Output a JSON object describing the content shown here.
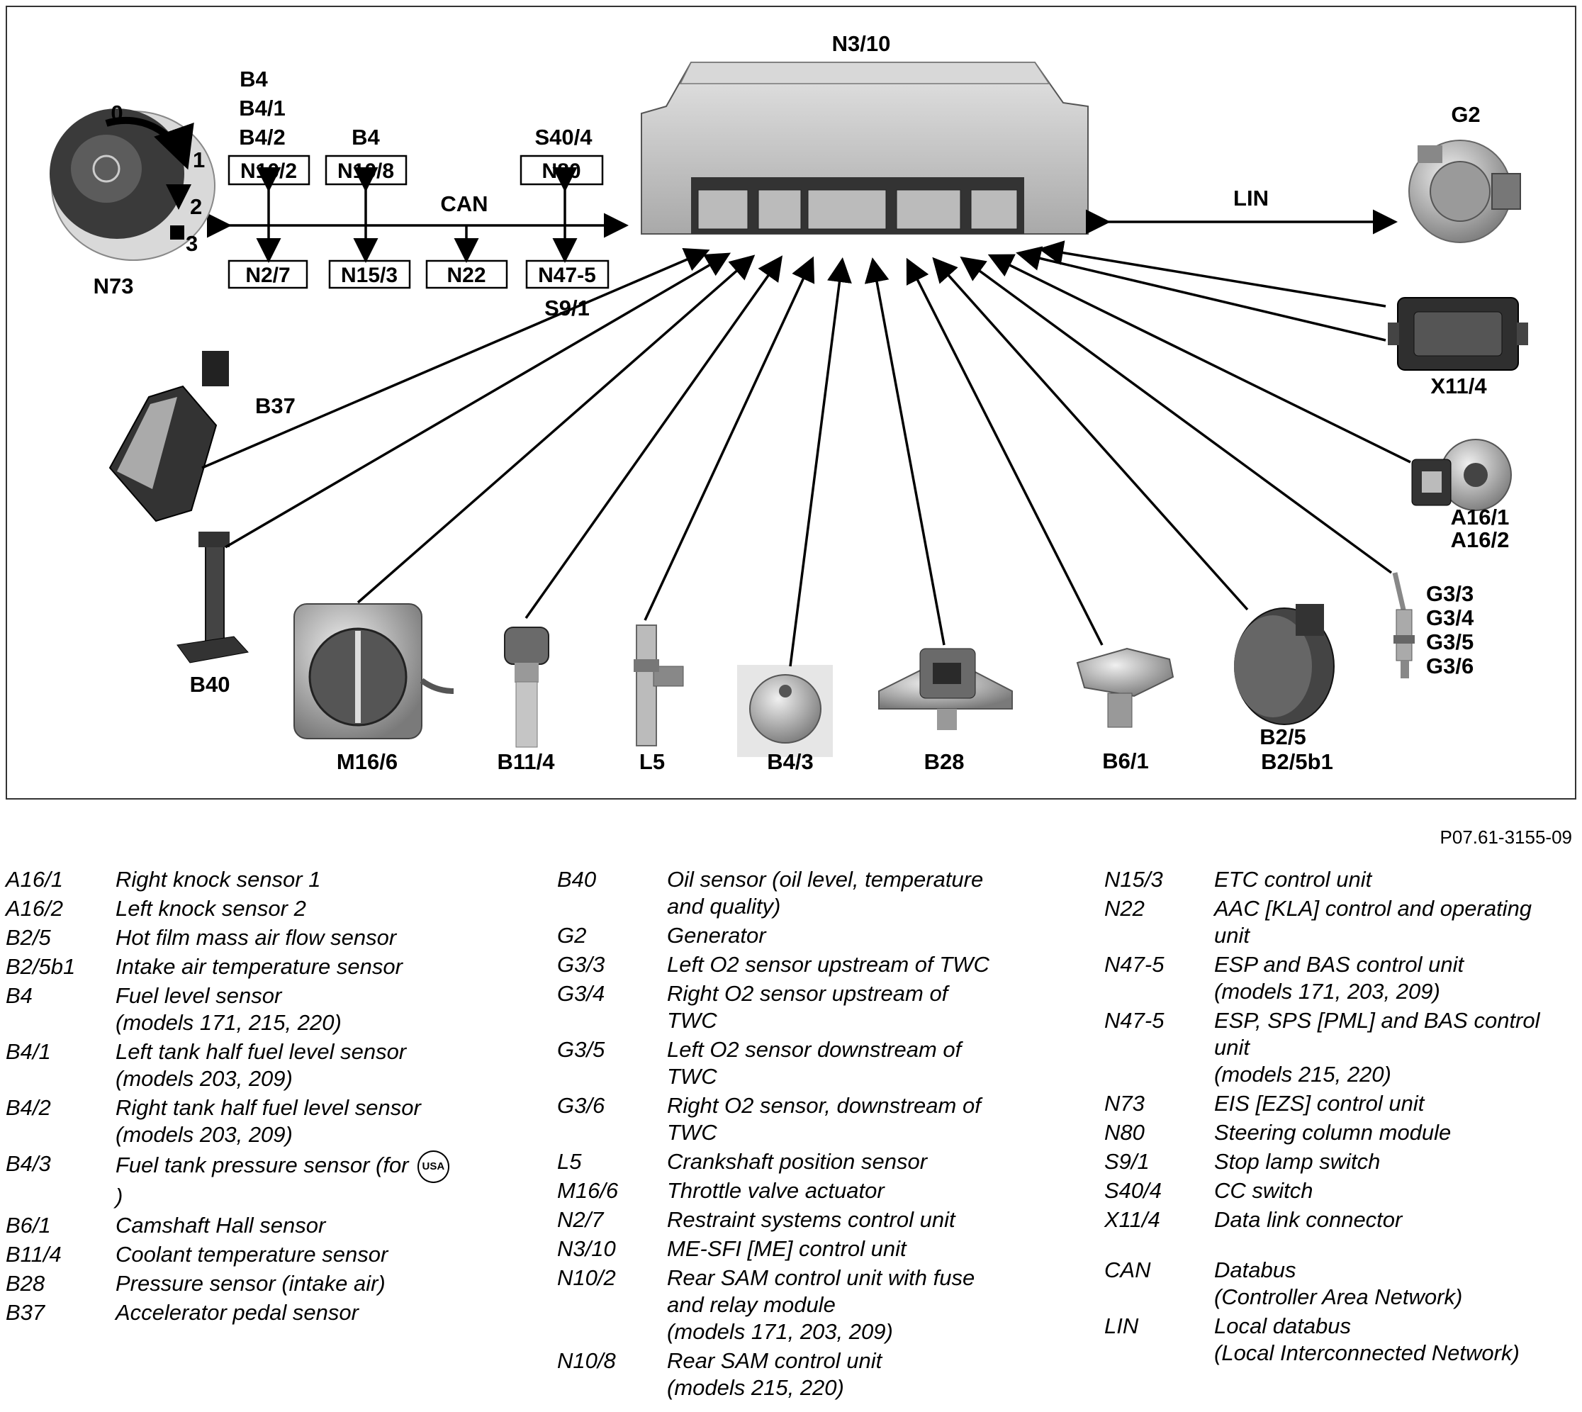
{
  "diagram": {
    "ecu_label": "N3/10",
    "can_label": "CAN",
    "lin_label": "LIN",
    "ignition_positions": [
      "0",
      "1",
      "2",
      "3"
    ],
    "top_labels": {
      "b4_stack": [
        "B4",
        "B4/1",
        "B4/2"
      ],
      "b4_single": "B4",
      "s40": "S40/4",
      "s9": "S9/1"
    },
    "boxes_top": [
      "N10/2",
      "N10/8",
      "N80"
    ],
    "boxes_bottom": [
      "N2/7",
      "N15/3",
      "N22",
      "N47-5"
    ],
    "components": {
      "n73": "N73",
      "g2": "G2",
      "b37": "B37",
      "x11_4": "X11/4",
      "a16": [
        "A16/1",
        "A16/2"
      ],
      "g3": [
        "G3/3",
        "G3/4",
        "G3/5",
        "G3/6"
      ],
      "b40": "B40",
      "m16_6": "M16/6",
      "b11_4": "B11/4",
      "l5": "L5",
      "b4_3": "B4/3",
      "b28": "B28",
      "b6_1": "B6/1",
      "b2_5": [
        "B2/5",
        "B2/5b1"
      ]
    }
  },
  "reference_code": "P07.61-3155-09",
  "legend": {
    "col1": [
      {
        "code": "A16/1",
        "desc": [
          "Right knock sensor 1"
        ]
      },
      {
        "code": "A16/2",
        "desc": [
          "Left knock sensor 2"
        ]
      },
      {
        "code": "B2/5",
        "desc": [
          "Hot film mass air flow sensor"
        ]
      },
      {
        "code": "B2/5b1",
        "desc": [
          "Intake air temperature sensor"
        ]
      },
      {
        "code": "B4",
        "desc": [
          "Fuel level sensor",
          "(models 171, 215, 220)"
        ]
      },
      {
        "code": "B4/1",
        "desc": [
          "Left tank half fuel level sensor",
          "(models 203, 209)"
        ]
      },
      {
        "code": "B4/2",
        "desc": [
          "Right tank half fuel level sensor",
          "(models 203, 209)"
        ]
      },
      {
        "code": "B4/3",
        "desc": [
          "Fuel tank pressure sensor (for",
          ")"
        ],
        "badge": "USA"
      },
      {
        "code": "B6/1",
        "desc": [
          "Camshaft Hall sensor"
        ]
      },
      {
        "code": "B11/4",
        "desc": [
          "Coolant temperature sensor"
        ]
      },
      {
        "code": "B28",
        "desc": [
          "Pressure sensor (intake air)"
        ]
      },
      {
        "code": "B37",
        "desc": [
          "Accelerator pedal sensor"
        ]
      }
    ],
    "col2": [
      {
        "code": "B40",
        "desc": [
          "Oil sensor (oil level, temperature",
          "and quality)"
        ]
      },
      {
        "code": "G2",
        "desc": [
          "Generator"
        ]
      },
      {
        "code": "G3/3",
        "desc": [
          "Left O2 sensor upstream of TWC"
        ]
      },
      {
        "code": "G3/4",
        "desc": [
          "Right O2 sensor upstream of",
          "TWC"
        ]
      },
      {
        "code": "G3/5",
        "desc": [
          "Left O2 sensor downstream of",
          "TWC"
        ]
      },
      {
        "code": "G3/6",
        "desc": [
          "Right O2 sensor, downstream of",
          "TWC"
        ]
      },
      {
        "code": "L5",
        "desc": [
          "Crankshaft position sensor"
        ]
      },
      {
        "code": "M16/6",
        "desc": [
          "Throttle valve actuator"
        ]
      },
      {
        "code": "N2/7",
        "desc": [
          "Restraint systems control unit"
        ]
      },
      {
        "code": "N3/10",
        "desc": [
          "ME-SFI [ME] control unit"
        ]
      },
      {
        "code": "N10/2",
        "desc": [
          "Rear SAM control unit with fuse",
          "and relay module",
          "(models 171, 203, 209)"
        ]
      },
      {
        "code": "N10/8",
        "desc": [
          "Rear SAM control unit",
          "(models 215, 220)"
        ]
      }
    ],
    "col3": [
      {
        "code": "N15/3",
        "desc": [
          "ETC control unit"
        ]
      },
      {
        "code": "N22",
        "desc": [
          "AAC [KLA] control and operating",
          "unit"
        ]
      },
      {
        "code": "N47-5",
        "desc": [
          "ESP and BAS control unit",
          "(models 171, 203, 209)"
        ]
      },
      {
        "code": "N47-5",
        "desc": [
          "ESP, SPS [PML] and BAS control",
          "unit",
          "(models 215, 220)"
        ]
      },
      {
        "code": "N73",
        "desc": [
          "EIS [EZS] control unit"
        ]
      },
      {
        "code": "N80",
        "desc": [
          "Steering column module"
        ]
      },
      {
        "code": "S9/1",
        "desc": [
          "Stop lamp switch"
        ]
      },
      {
        "code": "S40/4",
        "desc": [
          "CC switch"
        ]
      },
      {
        "code": "X11/4",
        "desc": [
          "Data link connector"
        ],
        "gap_after": true
      },
      {
        "code": "CAN",
        "desc": [
          "Databus",
          "(Controller Area Network)"
        ]
      },
      {
        "code": "LIN",
        "desc": [
          "Local databus",
          "(Local Interconnected Network)"
        ]
      }
    ]
  }
}
